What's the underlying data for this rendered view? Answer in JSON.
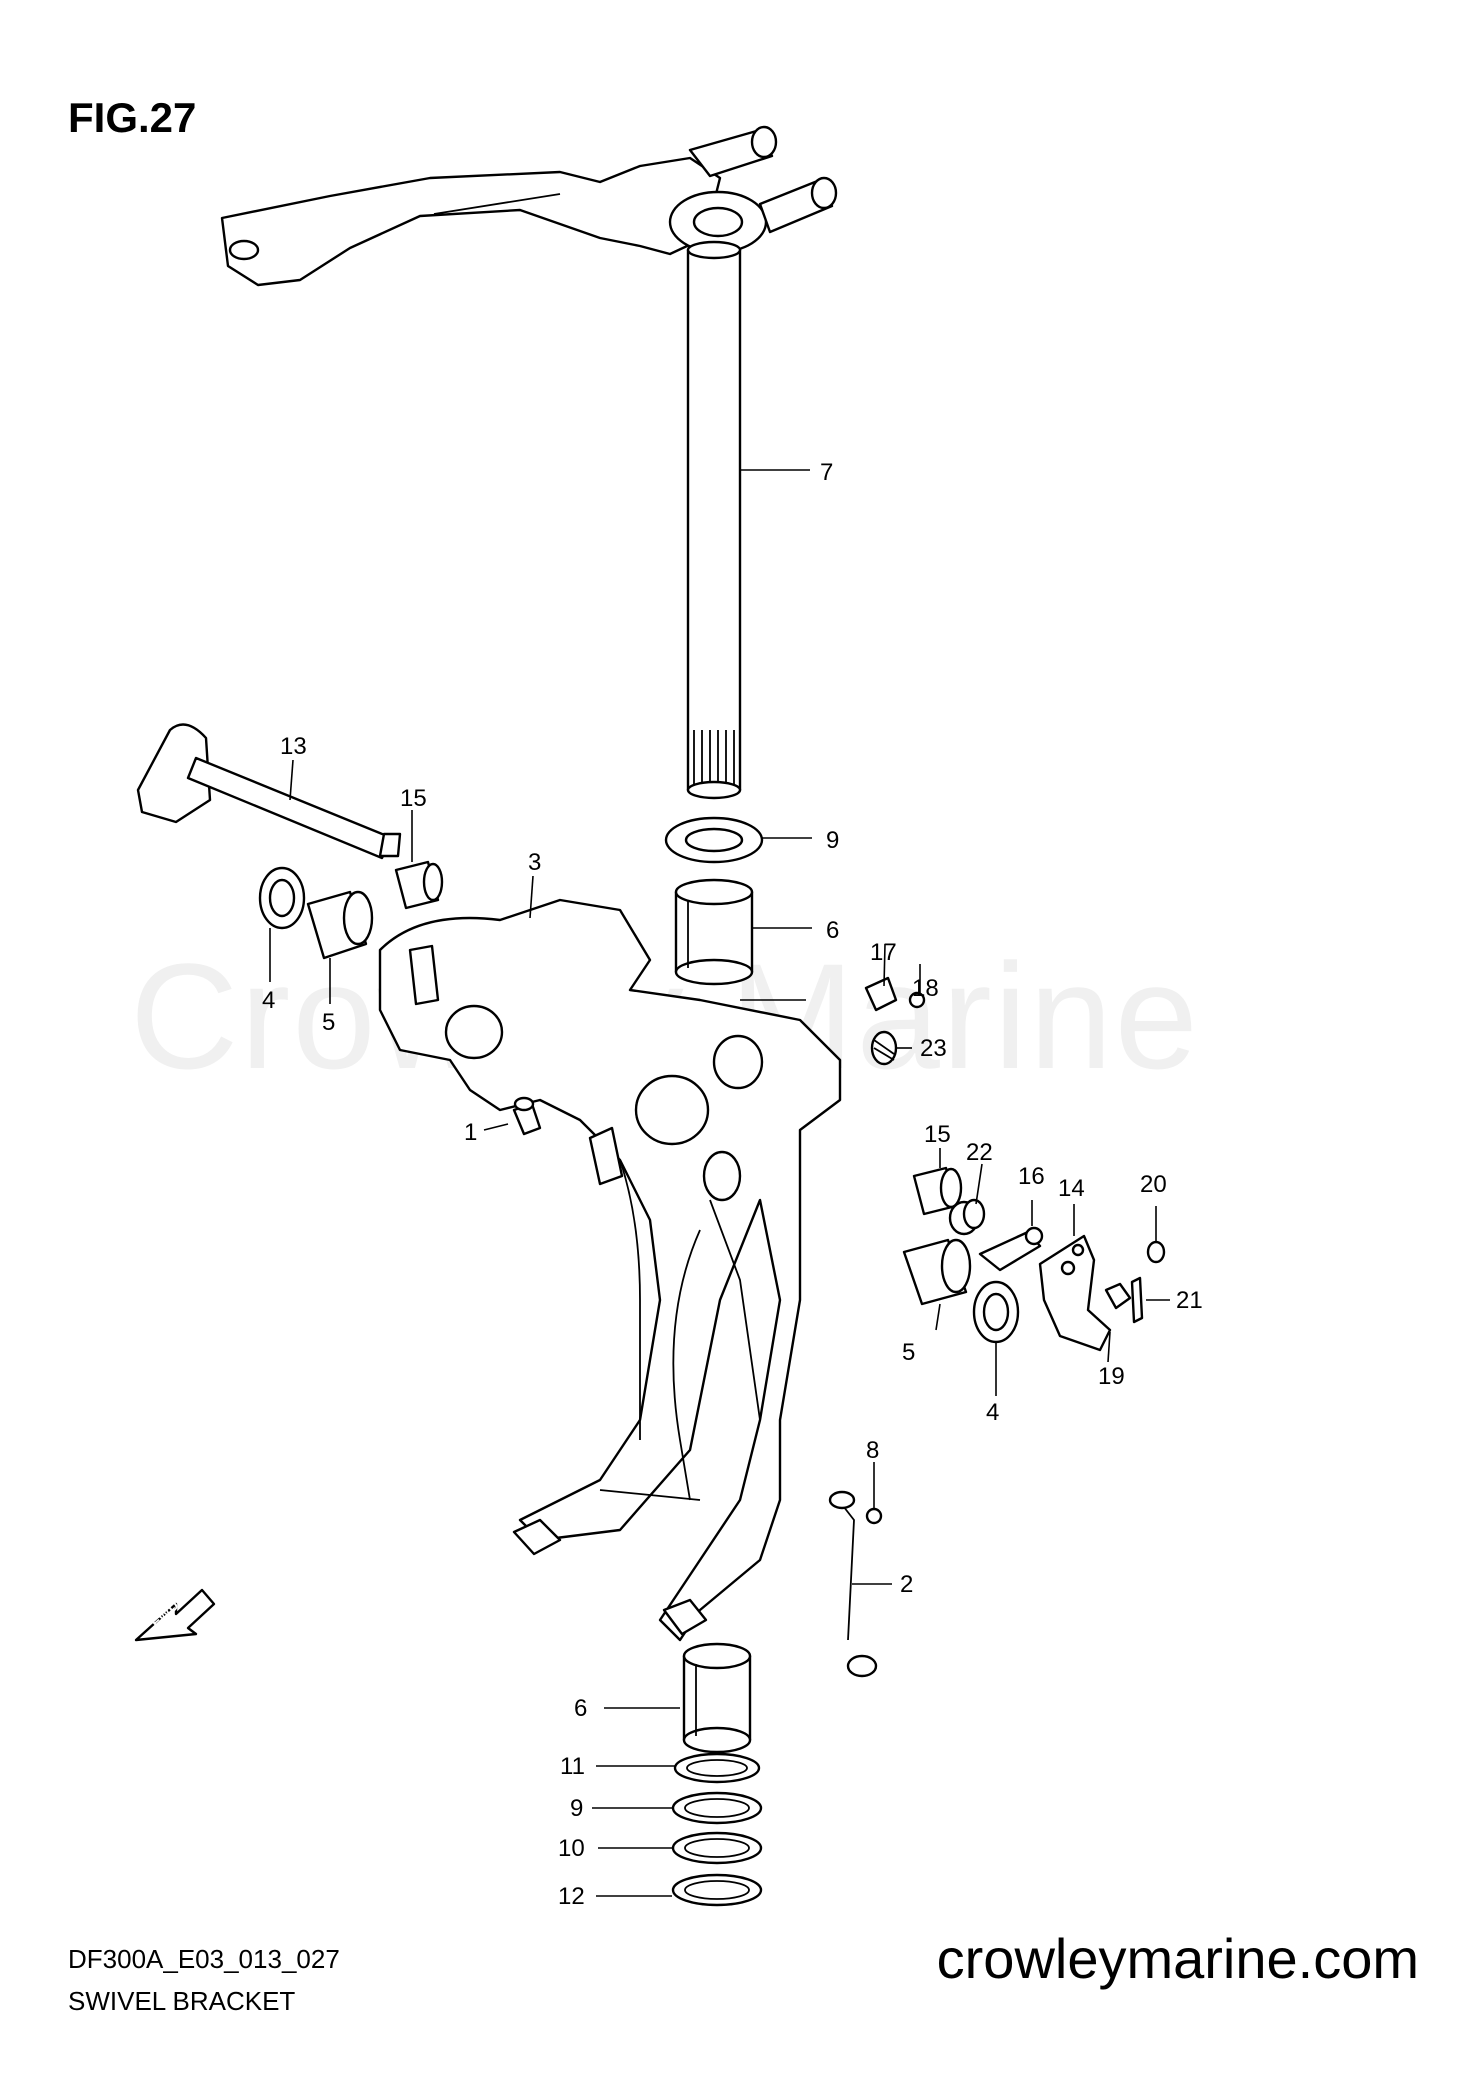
{
  "figure": {
    "title": "FIG.27",
    "code": "DF300A_E03_013_027",
    "caption": "SWIVEL BRACKET",
    "website": "crowleymarine.com",
    "watermark": "Crowley Marine",
    "fwd_label": "FWD"
  },
  "callouts": [
    "7",
    "13",
    "15",
    "3",
    "9",
    "6",
    "4",
    "5",
    "17",
    "18",
    "23",
    "1",
    "15",
    "22",
    "16",
    "14",
    "20",
    "21",
    "5",
    "19",
    "4",
    "8",
    "2",
    "6",
    "11",
    "9",
    "10",
    "12"
  ]
}
